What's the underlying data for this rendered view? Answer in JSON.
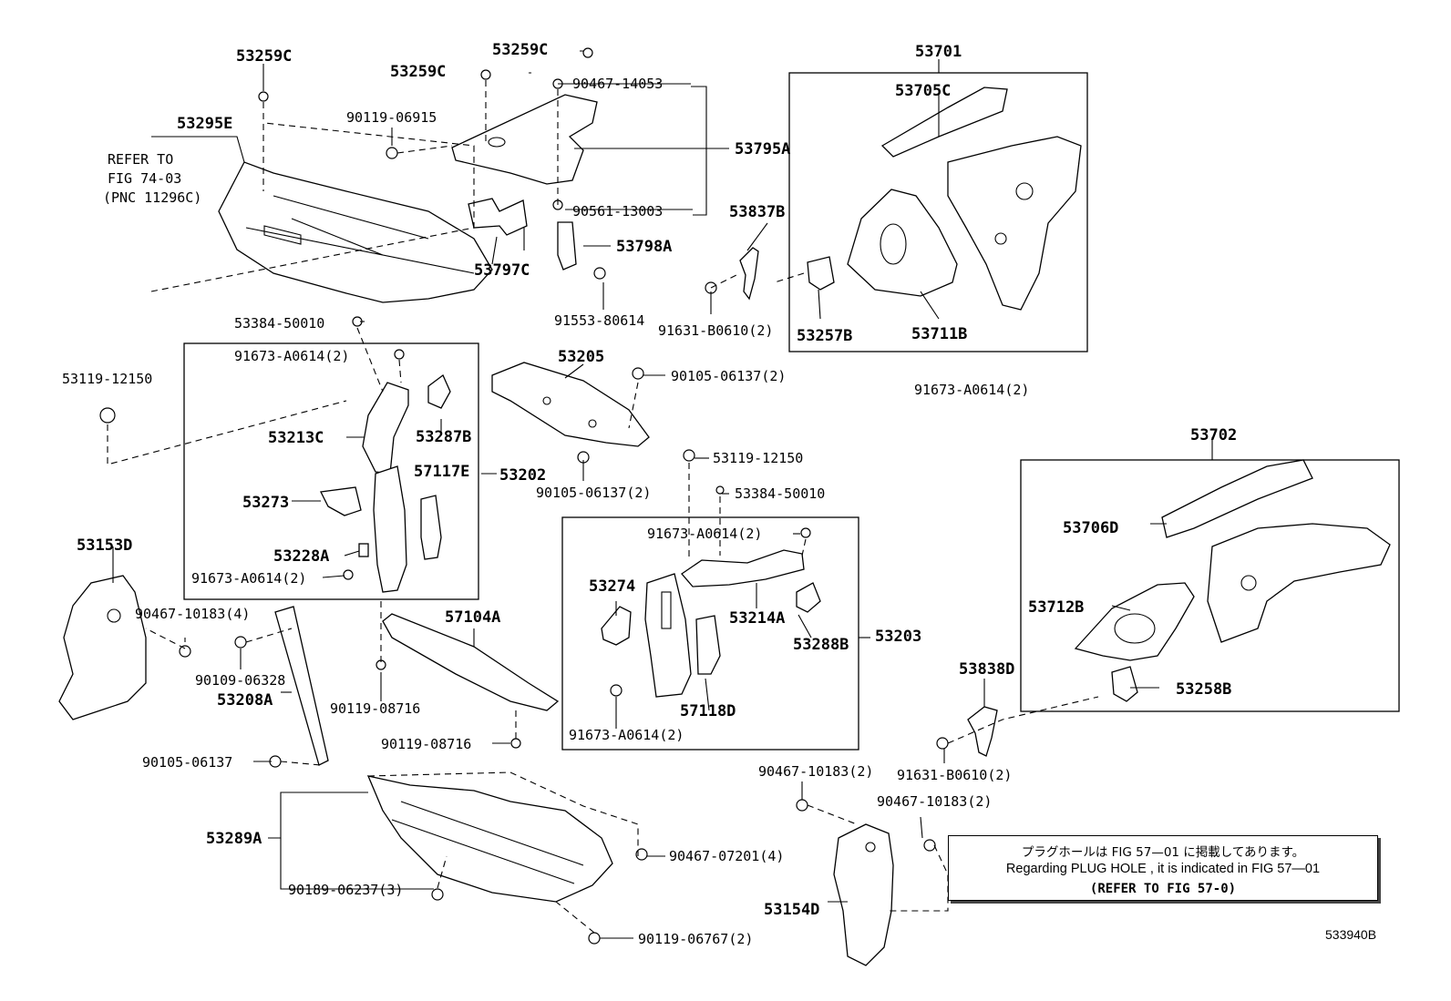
{
  "diagram": {
    "labels": {
      "p53259C_a": "53259C",
      "p53259C_b": "53259C",
      "p53259C_c": "53259C",
      "p90467_14053": "90467-14053",
      "p53295E": "53295E",
      "p90119_06915": "90119-06915",
      "refer1": "REFER TO",
      "refer2": "FIG 74-03",
      "refer3": "(PNC 11296C)",
      "p53795A": "53795A",
      "p90561_13003": "90561-13003",
      "p53798A": "53798A",
      "p53797C": "53797C",
      "p91553_80614": "91553-80614",
      "p53701": "53701",
      "p53705C": "53705C",
      "p53837B": "53837B",
      "p91631_B0610_a": "91631-B0610(2)",
      "p53257B": "53257B",
      "p53711B": "53711B",
      "p91673_A0614_right": "91673-A0614(2)",
      "p53384_50010_a": "53384-50010",
      "p91673_A0614_a": "91673-A0614(2)",
      "p53119_12150_a": "53119-12150",
      "p53213C": "53213C",
      "p53287B": "53287B",
      "p57117E": "57117E",
      "p53202": "53202",
      "p53273": "53273",
      "p53228A": "53228A",
      "p91673_A0614_b": "91673-A0614(2)",
      "p53205": "53205",
      "p90105_06137_a": "90105-06137(2)",
      "p90105_06137_b": "90105-06137(2)",
      "p53119_12150_b": "53119-12150",
      "p53384_50010_b": "53384-50010",
      "p53702": "53702",
      "p53706D": "53706D",
      "p53712B": "53712B",
      "p53258B": "53258B",
      "p53838D": "53838D",
      "p91631_B0610_b": "91631-B0610(2)",
      "p91673_A0614_c": "91673-A0614(2)",
      "p53274": "53274",
      "p53214A": "53214A",
      "p53288B": "53288B",
      "p53203": "53203",
      "p57118D": "57118D",
      "p91673_A0614_d": "91673-A0614(2)",
      "p53153D": "53153D",
      "p90467_10183_4": "90467-10183(4)",
      "p90109_06328": "90109-06328",
      "p53208A": "53208A",
      "p90105_06137_c": "90105-06137",
      "p57104A": "57104A",
      "p90119_08716_a": "90119-08716",
      "p90119_08716_b": "90119-08716",
      "p53289A": "53289A",
      "p90467_07201": "90467-07201(4)",
      "p90189_06237": "90189-06237(3)",
      "p90119_06767": "90119-06767(2)",
      "p90467_10183_a": "90467-10183(2)",
      "p90467_10183_b": "90467-10183(2)",
      "p53154D": "53154D"
    },
    "note": {
      "line1": "プラグホールは FIG  57—01 に掲載してあります。",
      "line2": "Regarding  PLUG  HOLE , it is indicated in FIG  57—01",
      "line3": "(REFER TO FIG 57-0)"
    },
    "illustration_code": "533940B"
  }
}
